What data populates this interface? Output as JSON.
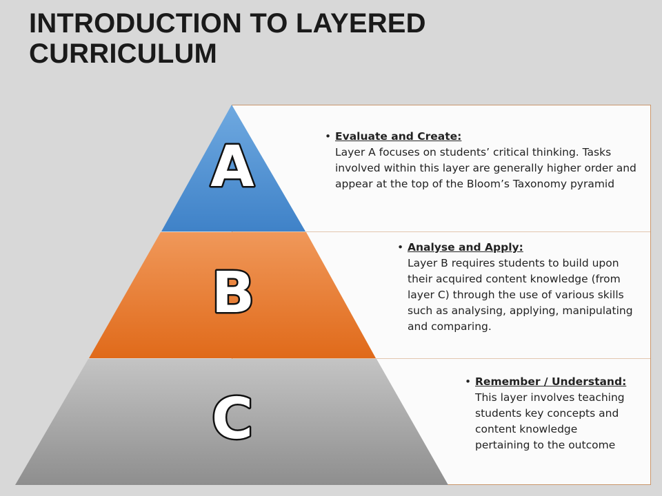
{
  "slide": {
    "title": "INTRODUCTION TO LAYERED CURRICULUM"
  },
  "layers": [
    {
      "letter": "A",
      "heading": "Evaluate and Create:",
      "body": "Layer A focuses on students’ critical thinking. Tasks involved within this layer are generally higher order and appear at the top of the Bloom’s Taxonomy pyramid",
      "color_top": "#6fa9e0",
      "color_bottom": "#3f82c8"
    },
    {
      "letter": "B",
      "heading": "Analyse and Apply:",
      "body": "Layer B requires students to build upon their acquired content knowledge (from layer C) through the use of various skills such as analysing, applying, manipulating and comparing.",
      "color_top": "#f0985a",
      "color_bottom": "#e06a1a"
    },
    {
      "letter": "C",
      "heading": "Remember / Understand:",
      "body": "This layer involves teaching students key concepts and content knowledge pertaining to the outcome",
      "color_top": "#c4c4c4",
      "color_bottom": "#8e8e8e"
    }
  ],
  "bullet_glyph": "•"
}
